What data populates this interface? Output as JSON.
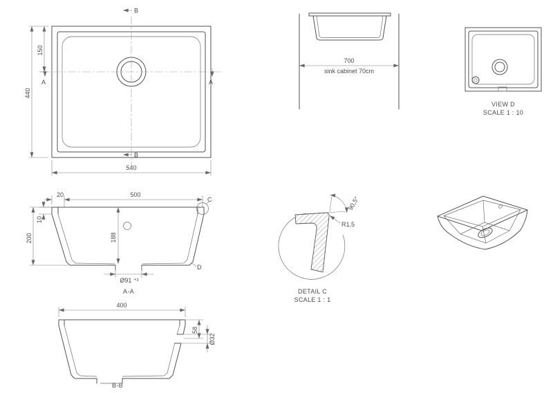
{
  "top_view": {
    "dim_overall_height": "440",
    "dim_drain_from_top": "150",
    "dim_overall_width": "540",
    "section_label_a": "A",
    "section_label_b": "B"
  },
  "cabinet_view": {
    "dim_cabinet_width": "700",
    "cabinet_label": "sink cabinet 70cm"
  },
  "view_d": {
    "name": "VIEW D",
    "scale": "SCALE 1 : 10"
  },
  "section_a_a": {
    "name": "A-A",
    "dim_rim_width": "20",
    "dim_inner_width": "500",
    "dim_rim_height": "10",
    "dim_overall_depth": "200",
    "dim_bowl_depth": "188",
    "dim_drain_diameter": "Ø91 ⁺²",
    "detail_label_c": "C",
    "detail_label_d": "D"
  },
  "detail_c": {
    "name": "DETAIL C",
    "scale": "SCALE 1 : 1",
    "dim_corner_radius": "R1,5",
    "dim_wall_angle": "90,5°"
  },
  "section_b_b": {
    "name": "B-B",
    "dim_inner_width": "400",
    "dim_overflow_position": "58",
    "dim_overflow_diameter": "Ø32"
  }
}
